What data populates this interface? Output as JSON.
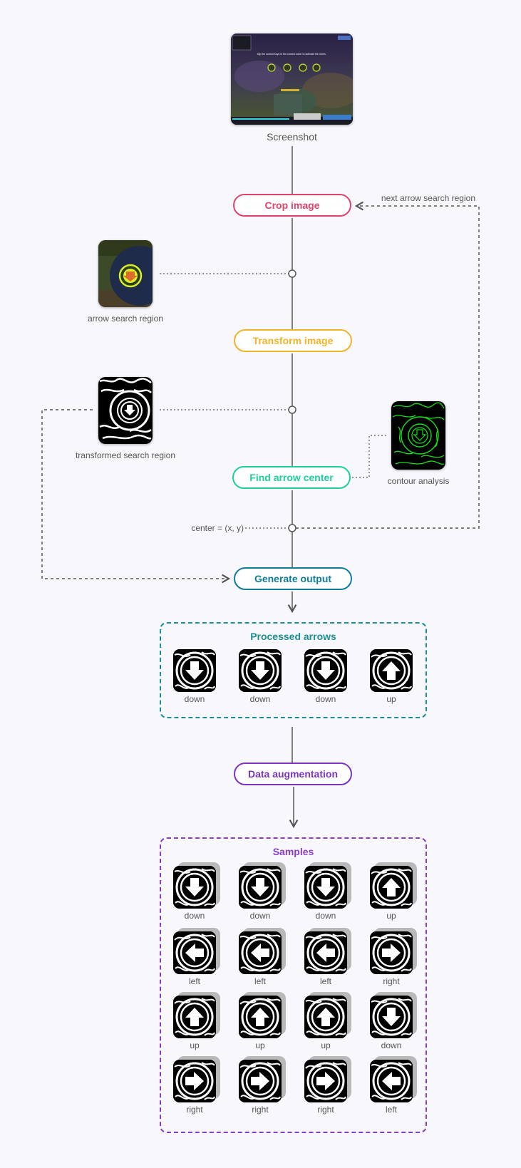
{
  "colors": {
    "crop": "#e0436b",
    "transform": "#f0b429",
    "find": "#1dcf9a",
    "output": "#0f7c99",
    "augment": "#7b35c0",
    "processed_box": "#1a8f96",
    "samples_box": "#8a3cc9",
    "line": "#555555"
  },
  "screenshot": {
    "caption": "Screenshot",
    "tip": "Tap the correct keys in the correct order to activate the runes."
  },
  "steps": {
    "crop": "Crop image",
    "transform": "Transform image",
    "find": "Find arrow center",
    "output": "Generate output",
    "augment": "Data augmentation"
  },
  "labels": {
    "arrow_search_region": "arrow search region",
    "transformed_search_region": "transformed search region",
    "contour_analysis": "contour analysis",
    "next_arrow_search_region": "next arrow search region",
    "center": "center = (x, y)"
  },
  "processed": {
    "title": "Processed arrows",
    "items": [
      {
        "label": "down",
        "dir": "down"
      },
      {
        "label": "down",
        "dir": "down"
      },
      {
        "label": "down",
        "dir": "down"
      },
      {
        "label": "up",
        "dir": "up"
      }
    ]
  },
  "samples": {
    "title": "Samples",
    "items": [
      {
        "label": "down",
        "dir": "down"
      },
      {
        "label": "down",
        "dir": "down"
      },
      {
        "label": "down",
        "dir": "down"
      },
      {
        "label": "up",
        "dir": "up"
      },
      {
        "label": "left",
        "dir": "left"
      },
      {
        "label": "left",
        "dir": "left"
      },
      {
        "label": "left",
        "dir": "left"
      },
      {
        "label": "right",
        "dir": "right"
      },
      {
        "label": "up",
        "dir": "up"
      },
      {
        "label": "up",
        "dir": "up"
      },
      {
        "label": "up",
        "dir": "up"
      },
      {
        "label": "down",
        "dir": "down"
      },
      {
        "label": "right",
        "dir": "right"
      },
      {
        "label": "right",
        "dir": "right"
      },
      {
        "label": "right",
        "dir": "right"
      },
      {
        "label": "left",
        "dir": "left"
      }
    ]
  }
}
